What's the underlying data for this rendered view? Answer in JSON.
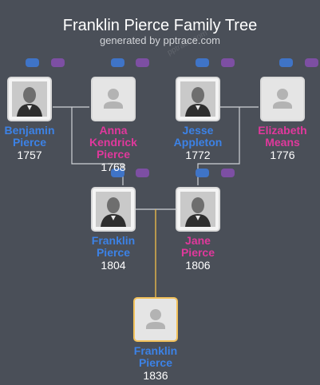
{
  "header": {
    "title": "Franklin Pierce Family Tree",
    "subtitle": "generated by pptrace.com",
    "watermark": "pptrace.com"
  },
  "colors": {
    "male": "#3c82e6",
    "female": "#e0389c",
    "line": "#cfd2d6",
    "descent_line": "#e8b84a",
    "highlight_border": "#f2c15a"
  },
  "people": [
    {
      "id": "benjamin",
      "name_lines": [
        "Benjamin",
        "Pierce"
      ],
      "year": "1757",
      "sex": "male",
      "photo": "portrait"
    },
    {
      "id": "anna",
      "name_lines": [
        "Anna",
        "Kendrick",
        "Pierce"
      ],
      "year": "1768",
      "sex": "female",
      "photo": "placeholder-person-icon"
    },
    {
      "id": "jesse",
      "name_lines": [
        "Jesse",
        "Appleton"
      ],
      "year": "1772",
      "sex": "male",
      "photo": "portrait"
    },
    {
      "id": "elizabeth",
      "name_lines": [
        "Elizabeth",
        "Means"
      ],
      "year": "1776",
      "sex": "female",
      "photo": "placeholder-person-icon"
    },
    {
      "id": "franklin_sr",
      "name_lines": [
        "Franklin",
        "Pierce"
      ],
      "year": "1804",
      "sex": "male",
      "photo": "portrait"
    },
    {
      "id": "jane",
      "name_lines": [
        "Jane",
        "Pierce"
      ],
      "year": "1806",
      "sex": "female",
      "photo": "portrait"
    },
    {
      "id": "franklin_jr",
      "name_lines": [
        "Franklin",
        "Pierce"
      ],
      "year": "1836",
      "sex": "male",
      "photo": "placeholder-person-icon",
      "selected": true
    }
  ]
}
